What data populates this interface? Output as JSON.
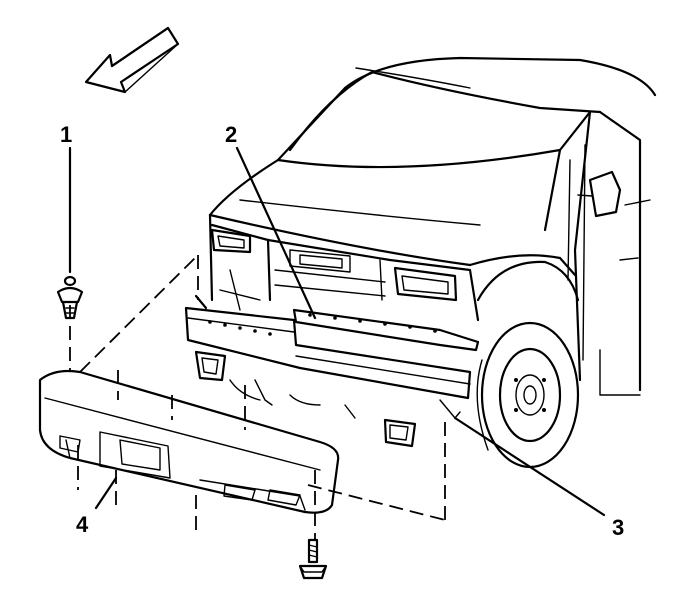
{
  "callouts": [
    {
      "id": "1",
      "label": "1"
    },
    {
      "id": "2",
      "label": "2"
    },
    {
      "id": "3",
      "label": "3"
    },
    {
      "id": "4",
      "label": "4"
    }
  ],
  "icons": {
    "direction_arrow": "forward-direction-arrow-icon",
    "push_pin_retainer": "push-pin-retainer-icon",
    "bolt": "bolt-icon"
  },
  "colors": {
    "line": "#000000",
    "background": "#ffffff"
  }
}
